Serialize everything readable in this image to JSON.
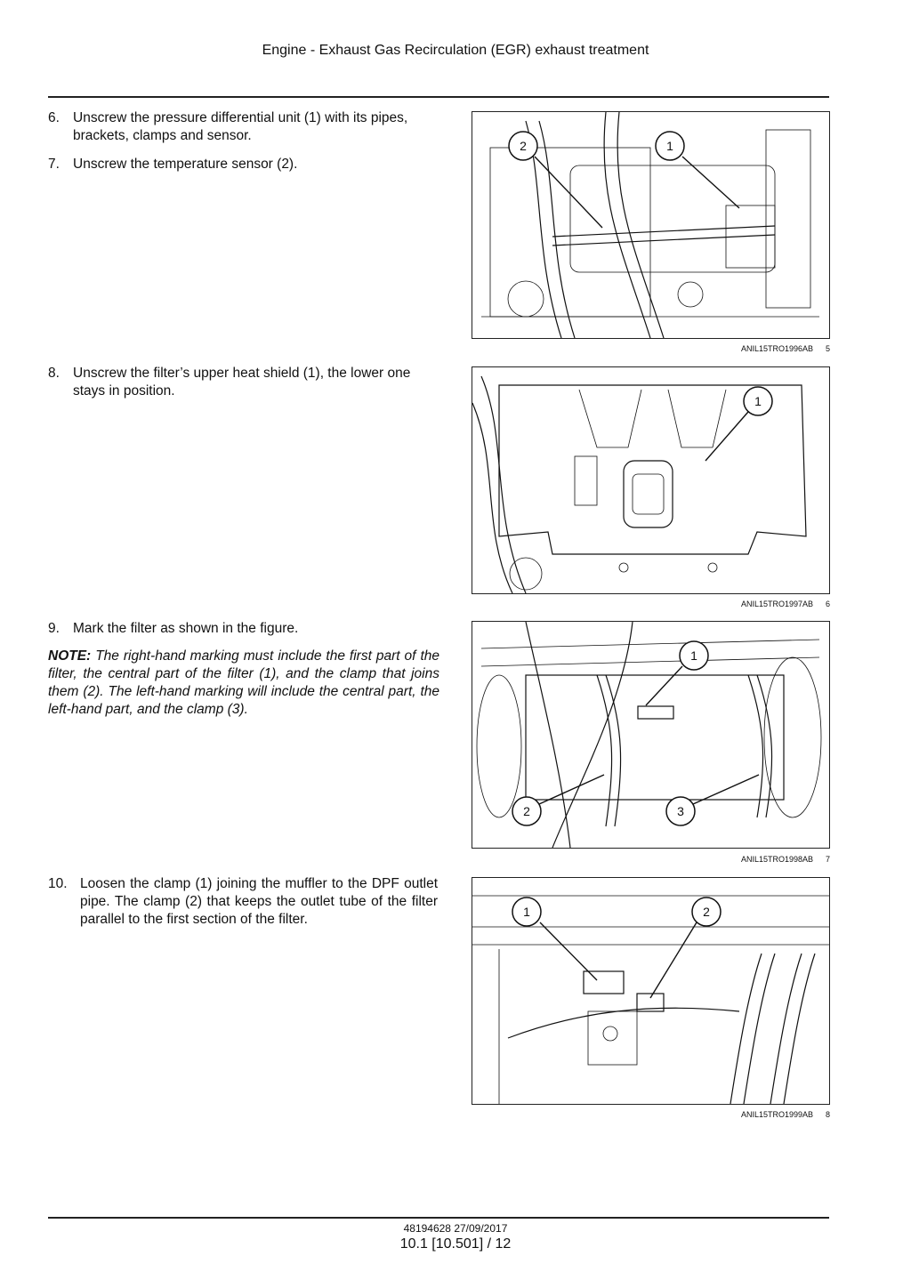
{
  "header": {
    "title": "Engine - Exhaust Gas Recirculation (EGR) exhaust treatment"
  },
  "steps": [
    {
      "num": "6.",
      "text": "Unscrew the pressure differential unit (1) with its pipes, brackets, clamps and sensor."
    },
    {
      "num": "7.",
      "text": "Unscrew the temperature sensor (2)."
    },
    {
      "num": "8.",
      "text": "Unscrew the filter’s upper heat shield (1), the lower one stays in position."
    },
    {
      "num": "9.",
      "text": "Mark the filter as shown in the figure."
    },
    {
      "num": "10.",
      "text": "Loosen the clamp (1) joining the muffler to the DPF outlet pipe. The clamp (2) that keeps the outlet tube of the filter parallel to the first section of the filter."
    }
  ],
  "note": {
    "label": "NOTE:",
    "text": "The right-hand marking must include the first part of the filter, the central part of the filter (1), and the clamp that joins them (2). The left-hand marking will include the central part, the left-hand part, and the clamp (3)."
  },
  "figures": [
    {
      "code": "ANIL15TRO1996AB",
      "number": "5",
      "callouts": [
        "2",
        "1"
      ]
    },
    {
      "code": "ANIL15TRO1997AB",
      "number": "6",
      "callouts": [
        "1"
      ]
    },
    {
      "code": "ANIL15TRO1998AB",
      "number": "7",
      "callouts": [
        "1",
        "2",
        "3"
      ]
    },
    {
      "code": "ANIL15TRO1999AB",
      "number": "8",
      "callouts": [
        "1",
        "2"
      ]
    }
  ],
  "footer": {
    "doc_date": "48194628 27/09/2017",
    "page": "10.1 [10.501] / 12"
  }
}
